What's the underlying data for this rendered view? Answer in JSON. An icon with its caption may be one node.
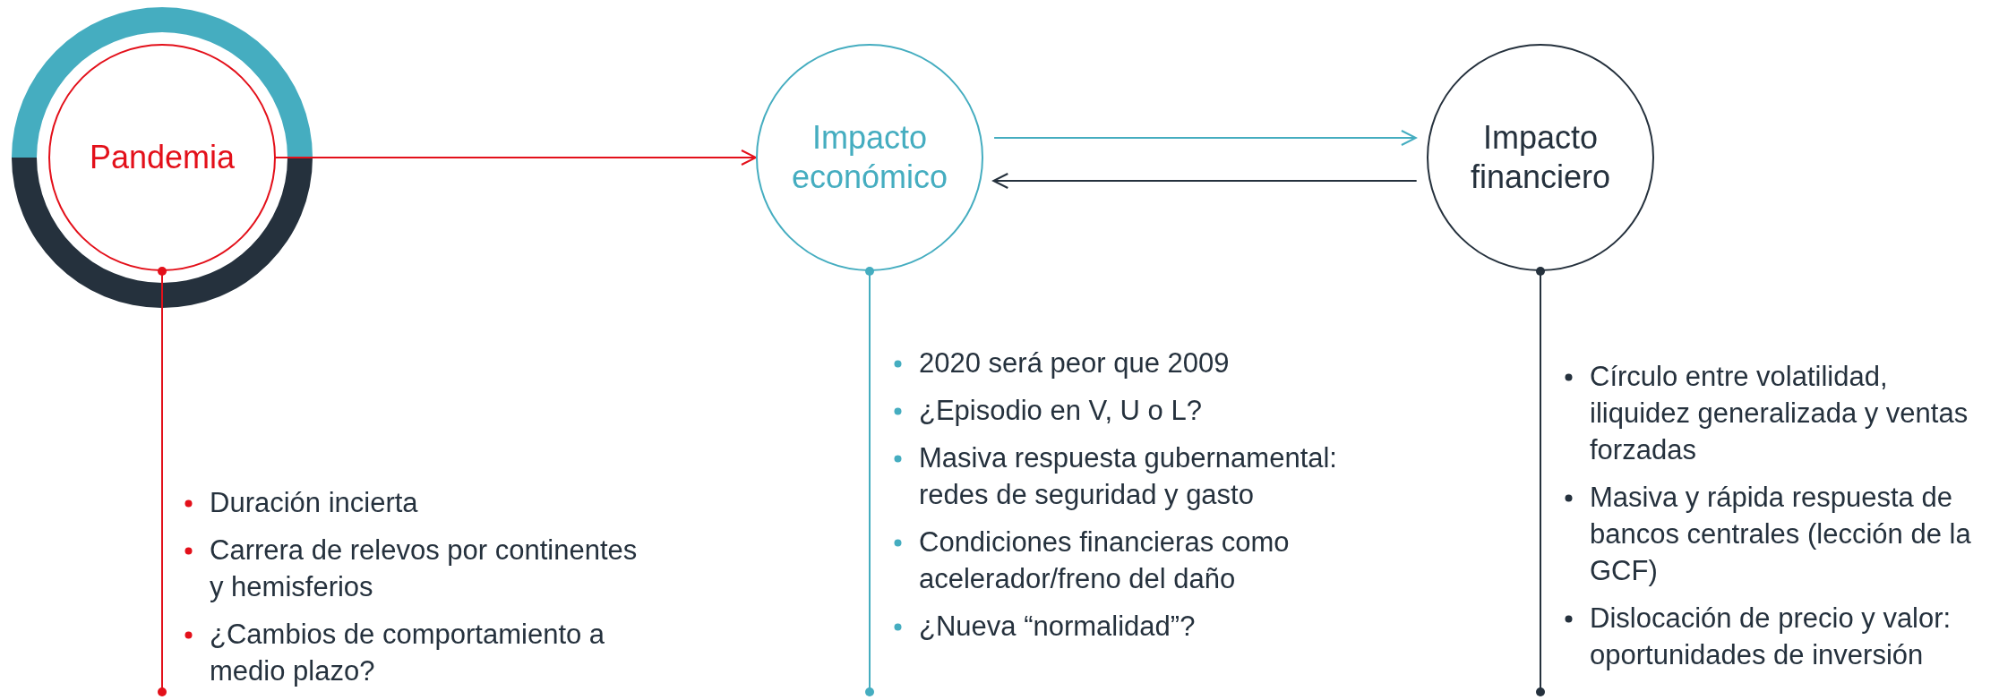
{
  "diagram": {
    "nodes": [
      {
        "text": [
          "Pandemia"
        ],
        "beside": [
          "Duración incierta",
          "Carrera de relevos por continentes y hemisferios",
          "¿Cambios de comportamiento a medio plazo?"
        ]
      },
      {
        "text": [
          "Impacto económico"
        ],
        "beside": [
          "2020 será peor que 2009",
          "¿Episodio en V, U o L?",
          "Masiva respuesta gubernamental: redes de seguridad y gasto",
          "Condiciones financieras como acelerador/freno del daño",
          "¿Nueva “normalidad”?"
        ]
      },
      {
        "text": [
          "Impacto financiero"
        ],
        "beside": [
          "Círculo entre volatilidad, iliquidez generalizada y ventas forzadas",
          "Masiva y rápida respuesta de bancos centrales (lección de la GCF)",
          "Dislocación de precio y valor: oportunidades de inversión"
        ]
      }
    ],
    "edges": [
      {
        "from": 0,
        "to": 1,
        "arrow": "to",
        "color": "#e3101a"
      },
      {
        "from": 1,
        "to": 2,
        "arrow": "to",
        "color": "#45adc0"
      },
      {
        "from": 2,
        "to": 1,
        "arrow": "to",
        "color": "#25313d"
      },
      {
        "from": 0,
        "to": null,
        "arrow": "other",
        "color": "#e3101a"
      },
      {
        "from": 1,
        "to": null,
        "arrow": "other",
        "color": "#45adc0"
      },
      {
        "from": 2,
        "to": null,
        "arrow": "other",
        "color": "#25313d"
      }
    ]
  }
}
